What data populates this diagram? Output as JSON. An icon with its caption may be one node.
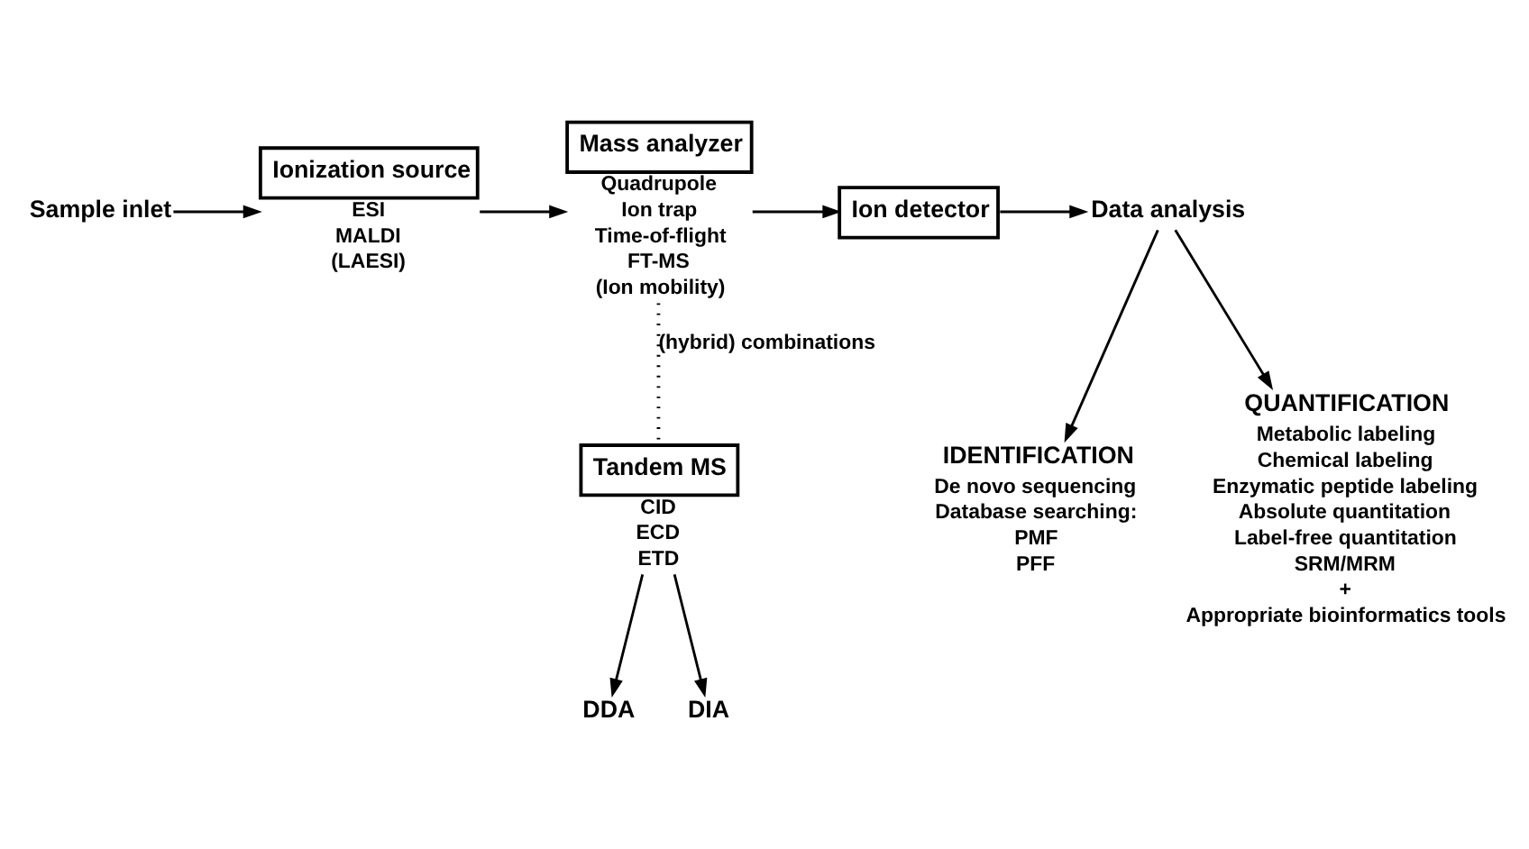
{
  "diagram": {
    "nodes": [
      {
        "text": [
          "Sample inlet"
        ]
      },
      {
        "text": [
          "Ionization source"
        ],
        "beside": [
          "ESI",
          "MALDI",
          "(LAESI)"
        ]
      },
      {
        "text": [
          "Mass analyzer"
        ],
        "beside": [
          "Quadrupole",
          "Ion trap",
          "Time-of-flight",
          "FT-MS",
          "(Ion mobility)"
        ]
      },
      {
        "text": [
          "Ion detector"
        ]
      },
      {
        "text": [
          "Data analysis"
        ]
      },
      {
        "text": [
          "IDENTIFICATION"
        ],
        "beside": [
          "De novo sequencing",
          "Database searching:",
          "PMF",
          "PFF"
        ]
      },
      {
        "text": [
          "QUANTIFICATION"
        ],
        "beside": [
          "Metabolic labeling",
          "Chemical labeling",
          "Enzymatic peptide labeling",
          "Absolute quantitation",
          "Label-free quantitation",
          "SRM/MRM",
          "+",
          "Appropriate bioinformatics tools"
        ]
      },
      {
        "text": [
          "Tandem MS"
        ],
        "beside": [
          "CID",
          "ECD",
          "ETD"
        ]
      },
      {
        "text": [
          "DDA"
        ]
      },
      {
        "text": [
          "DIA"
        ]
      }
    ],
    "edges": [
      {
        "from": 0,
        "to": 1,
        "arrow": "to"
      },
      {
        "from": 1,
        "to": 2,
        "arrow": "to"
      },
      {
        "from": 2,
        "to": 3,
        "arrow": "to"
      },
      {
        "from": 3,
        "to": 4,
        "arrow": "to"
      },
      {
        "from": 4,
        "to": 5,
        "arrow": "to"
      },
      {
        "from": 4,
        "to": 6,
        "arrow": "to"
      },
      {
        "from": 2,
        "to": 7,
        "arrow": "none",
        "style": "dashed",
        "label": "(hybrid) combinations"
      },
      {
        "from": 7,
        "to": 8,
        "arrow": "to"
      },
      {
        "from": 7,
        "to": 9,
        "arrow": "to"
      }
    ]
  }
}
